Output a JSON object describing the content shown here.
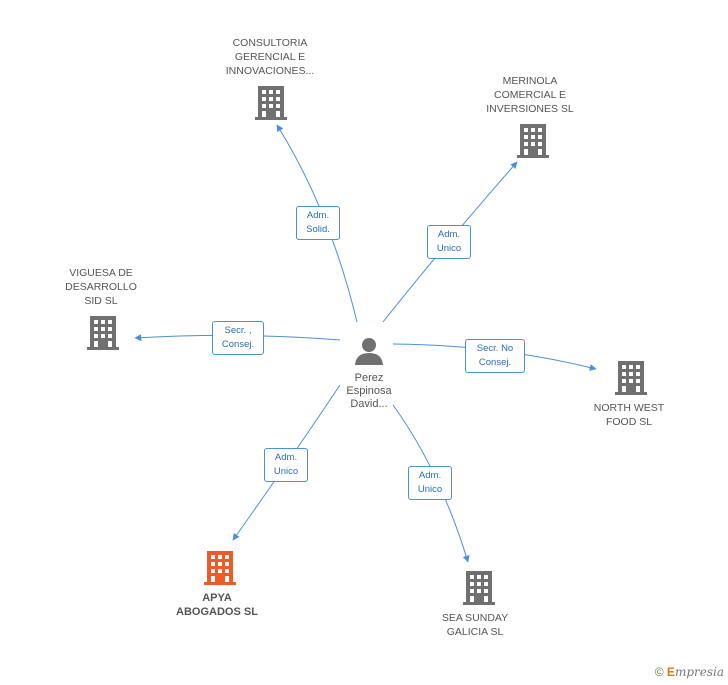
{
  "center": {
    "name_line1": "Perez",
    "name_line2": "Espinosa",
    "name_line3": "David..."
  },
  "nodes": [
    {
      "id": "consultoria",
      "lines": [
        "CONSULTORIA",
        "GERENCIAL E",
        "INNOVACIONES..."
      ],
      "highlight": false
    },
    {
      "id": "merinola",
      "lines": [
        "MERINOLA",
        "COMERCIAL E",
        "INVERSIONES SL"
      ],
      "highlight": false
    },
    {
      "id": "viguesa",
      "lines": [
        "VIGUESA DE",
        "DESARROLLO",
        "SID  SL"
      ],
      "highlight": false
    },
    {
      "id": "northwest",
      "lines": [
        "NORTH WEST",
        "FOOD SL"
      ],
      "highlight": false
    },
    {
      "id": "apya",
      "lines": [
        "APYA",
        "ABOGADOS SL"
      ],
      "highlight": true
    },
    {
      "id": "seasunday",
      "lines": [
        "SEA SUNDAY",
        "GALICIA SL"
      ],
      "highlight": false
    }
  ],
  "edges": [
    {
      "to": "consultoria",
      "label_line1": "Adm.",
      "label_line2": "Solid."
    },
    {
      "to": "merinola",
      "label_line1": "Adm.",
      "label_line2": "Unico"
    },
    {
      "to": "viguesa",
      "label_line1": "Secr. ,",
      "label_line2": "Consej."
    },
    {
      "to": "northwest",
      "label_line1": "Secr.  No",
      "label_line2": "Consej."
    },
    {
      "to": "apya",
      "label_line1": "Adm.",
      "label_line2": "Unico"
    },
    {
      "to": "seasunday",
      "label_line1": "Adm.",
      "label_line2": "Unico"
    }
  ],
  "colors": {
    "edge": "#4a90d9",
    "building": "#707070",
    "building_highlight": "#f05a28",
    "person": "#707070"
  },
  "icons": {
    "company": "building-icon",
    "person": "person-icon"
  },
  "footer": {
    "copyright": "©",
    "brand": "mpresia",
    "brand_initial": "E"
  }
}
